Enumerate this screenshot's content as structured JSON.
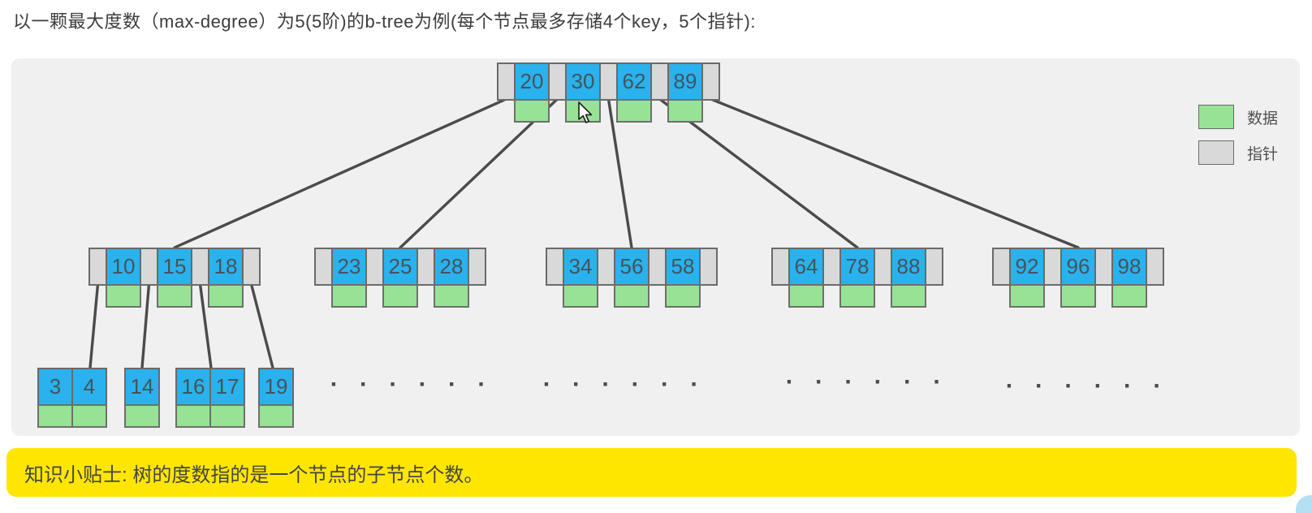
{
  "title": "以一颗最大度数（max-degree）为5(5阶)的b-tree为例(每个节点最多存储4个key，5个指针):",
  "legend": {
    "data_label": "数据",
    "pointer_label": "指针"
  },
  "tip": "知识小贴士: 树的度数指的是一个节点的子节点个数。",
  "tree": {
    "root": {
      "keys": [
        "20",
        "30",
        "62",
        "89"
      ]
    },
    "level2": [
      {
        "keys": [
          "10",
          "15",
          "18"
        ]
      },
      {
        "keys": [
          "23",
          "25",
          "28"
        ]
      },
      {
        "keys": [
          "34",
          "56",
          "58"
        ]
      },
      {
        "keys": [
          "64",
          "78",
          "88"
        ]
      },
      {
        "keys": [
          "92",
          "96",
          "98"
        ]
      }
    ],
    "leaves": [
      {
        "keys": [
          "3",
          "4"
        ]
      },
      {
        "keys": [
          "14"
        ]
      },
      {
        "keys": [
          "16",
          "17"
        ]
      },
      {
        "keys": [
          "19"
        ]
      }
    ],
    "ellipsis": "· · · · · ·"
  },
  "colors": {
    "key_cell": "#29b2ee",
    "data_cell": "#98e296",
    "pointer_cell": "#d9d9d9",
    "panel_bg": "#f0f0f0",
    "edge_line": "#4b4b4b",
    "tip_banner": "#ffe600"
  }
}
